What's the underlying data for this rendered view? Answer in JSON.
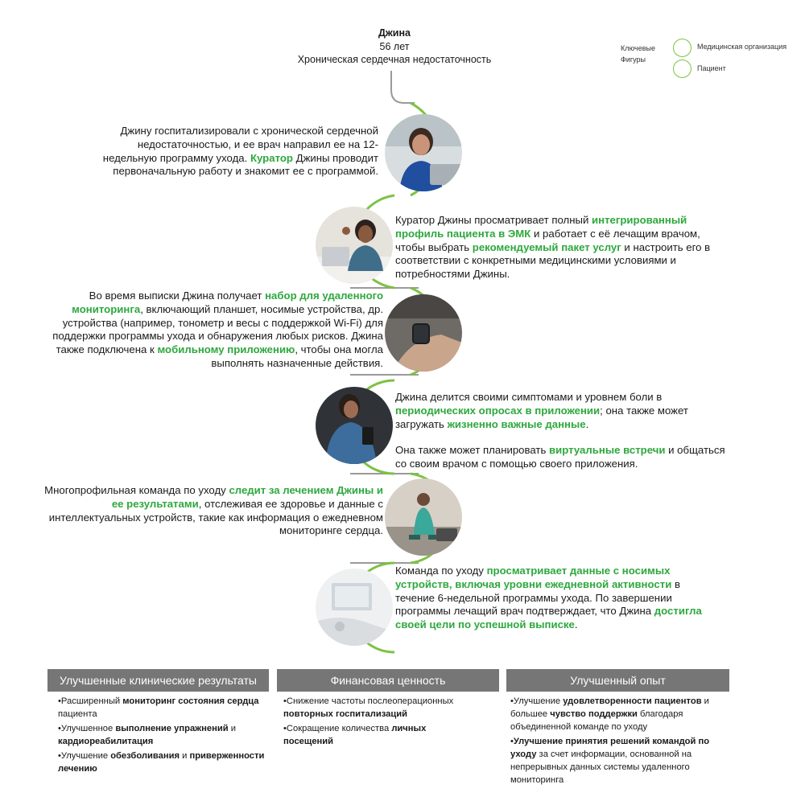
{
  "header": {
    "name": "Джина",
    "age": "56 лет",
    "condition": "Хроническая сердечная недостаточность"
  },
  "legend": {
    "title_line1": "Ключевые",
    "title_line2": "Фигуры",
    "items": [
      "Медицинская организация",
      "Пациент"
    ],
    "color": "#7dc242"
  },
  "steps": [
    {
      "t1": "Джину госпитализировали с хронической сердечной недостаточностью, и ее врач направил ее на 12-недельную программу ухода. ",
      "g1": "Куратор",
      "t2": " Джины проводит первоначальную работу и знакомит ее с программой."
    },
    {
      "t1": "Куратор Джины просматривает полный ",
      "g1": "интегрированный профиль пациента в ЭМК",
      "t2": " и работает с её лечащим врачом, чтобы выбрать ",
      "g2": "рекомендуемый пакет услуг",
      "t3": " и настроить его в соответствии с конкретными медицинскими условиями и потребностями Джины."
    },
    {
      "t1": "Во время выписки Джина получает ",
      "g1": "набор для удаленного мониторинга",
      "t2": ", включающий планшет, носимые устройства, др. устройства (например, тонометр и весы с поддержкой Wi-Fi) для поддержки программы ухода и обнаружения любых рисков. Джина также подключена к ",
      "g2": "мобильному приложению",
      "t3": ", чтобы она могла выполнять назначенные действия."
    },
    {
      "t1": "Джина делится своими симптомами и уровнем боли в ",
      "g1": "периодических опросах в приложении",
      "t2": "; она также может загружать ",
      "g2": "жизненно важные данные",
      "t3": ".",
      "t4": "Она также может планировать ",
      "g3": "виртуальные встречи",
      "t5": " и общаться со своим врачом с помощью своего приложения."
    },
    {
      "t1": "Многопрофильная команда по уходу ",
      "g1": "следит за лечением Джины и ее результатами",
      "t2": ", отслеживая ее здоровье и данные с интеллектуальных устройств, такие как информация о ежедневном мониторинге сердца."
    },
    {
      "t1": "Команда по уходу ",
      "g1": "просматривает данные с носимых устройств, включая уровни ежедневной активности",
      "t2": " в течение 6-недельной программы ухода. По завершении программы лечащий врач подтверждает, что Джина ",
      "g2": "достигла своей цели по успешной выписке",
      "t3": "."
    }
  ],
  "boxes": [
    {
      "title": "Улучшенные клинические результаты",
      "items": [
        {
          "a": "•Расширенный ",
          "b": "мониторинг состояния сердца",
          "c": " пациента"
        },
        {
          "a": "•Улучшенное ",
          "b": "выполнение упражнений",
          "c": " и ",
          "d": "кардиореабилитация"
        },
        {
          "a": "•Улучшение ",
          "b": "обезболивания",
          "c": " и ",
          "d": "приверженности лечению"
        }
      ]
    },
    {
      "title": "Финансовая ценность",
      "items": [
        {
          "a": "•Снижение частоты послеоперационных ",
          "b": "повторных госпитализаций"
        },
        {
          "a": "•Сокращение количества ",
          "b": "личных посещений"
        }
      ]
    },
    {
      "title": "Улучшенный опыт",
      "items": [
        {
          "a": "•Улучшение ",
          "b": "удовлетворенности пациентов",
          "c": " и большее ",
          "d": "чувство поддержки",
          "e": " благодаря объединенной команде по уходу"
        },
        {
          "a": "•",
          "b": "Улучшение принятия решений командой по уходу",
          "c": " за счет информации, основанной на непрерывных данных системы удаленного мониторинга"
        }
      ]
    }
  ],
  "colors": {
    "accent": "#2ea83e",
    "ring": "#7dc242",
    "line": "#9a9a9a",
    "box_header": "#767676"
  }
}
